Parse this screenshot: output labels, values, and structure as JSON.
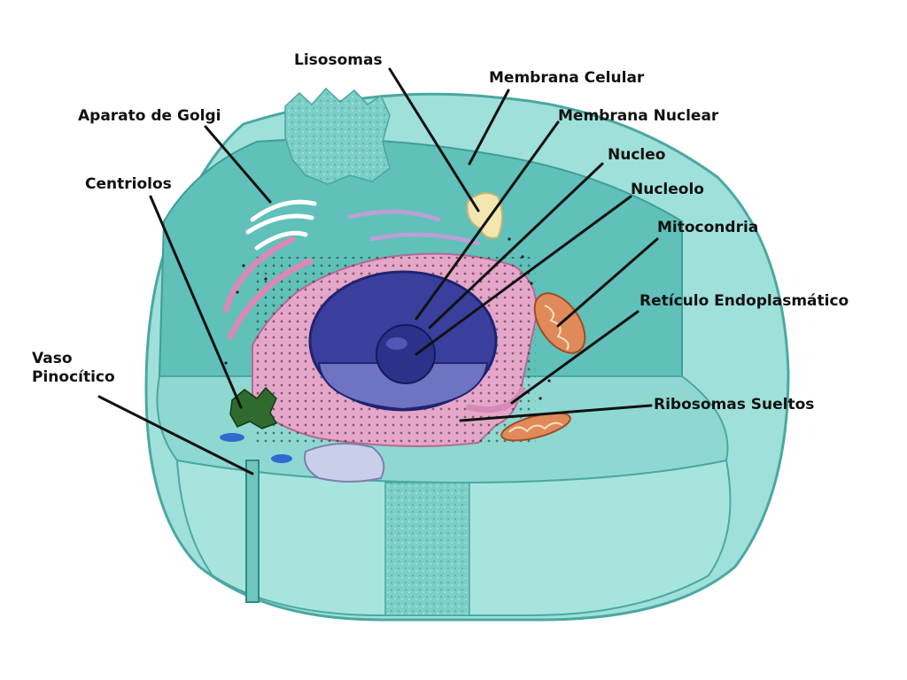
{
  "labels": {
    "lisosomas": "Lisosomas",
    "membrana_celular": "Membrana Celular",
    "aparato_golgi": "Aparato de Golgi",
    "membrana_nuclear": "Membrana Nuclear",
    "nucleo": "Nucleo",
    "centriolos": "Centriolos",
    "nucleolo": "Nucleolo",
    "mitocondria": "Mitocondria",
    "reticulo": "Retículo Endoplasmático",
    "vaso_line1": "Vaso",
    "vaso_line2": "Pinocítico",
    "ribosomas": "Ribosomas Sueltos"
  },
  "colors": {
    "cytoplasm": "#8fd8d2",
    "cell_edge": "#5bb3ad",
    "nucleus": "#3a3f9e",
    "nucleolus": "#2c318a",
    "er": "#e5a6c9",
    "mitochondria": "#e08a5a",
    "lysosome": "#f3e6b0",
    "centriole": "#2f6b2f",
    "ink": "#111111"
  }
}
